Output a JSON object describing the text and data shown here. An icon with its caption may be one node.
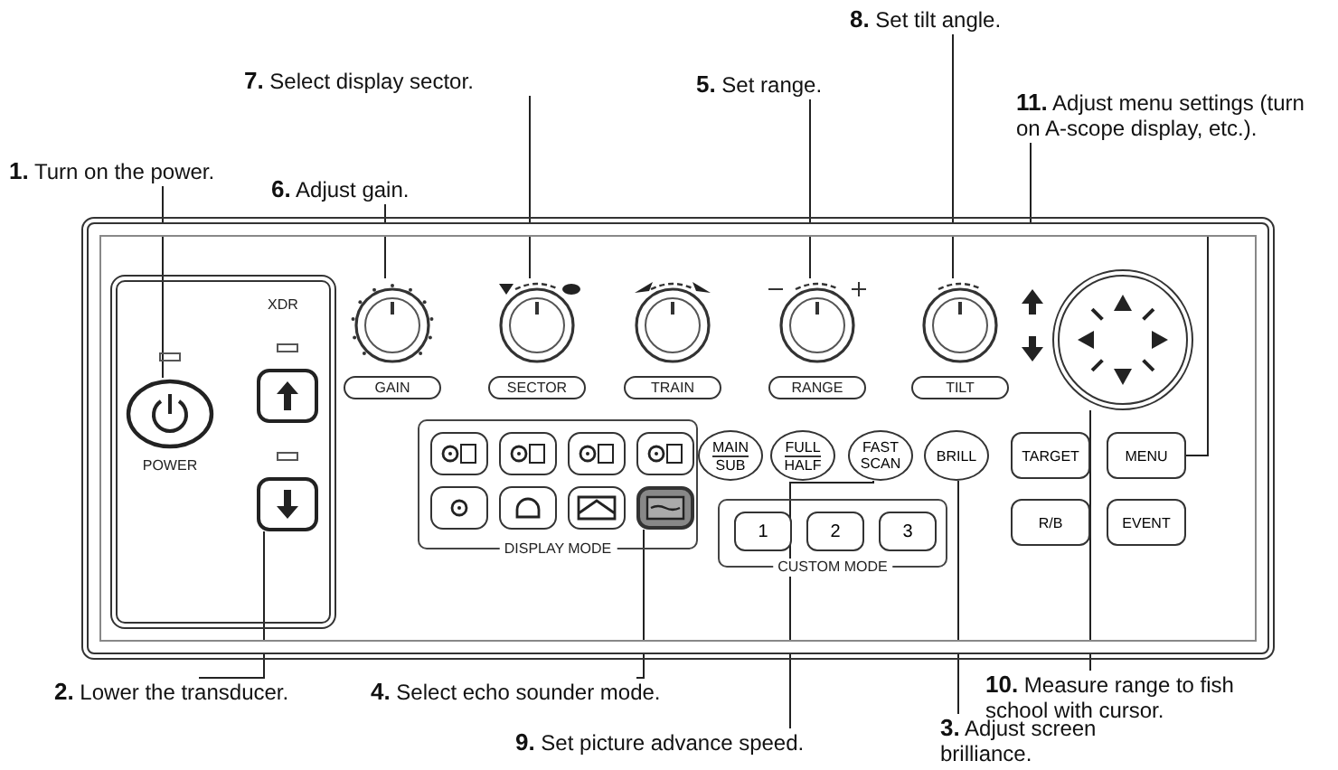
{
  "diagram": {
    "nodes": [
      {
        "text": [
          "**8.** Set tilt angle."
        ]
      },
      {
        "text": [
          "**7.** Select display sector."
        ]
      },
      {
        "text": [
          "**5.** Set range."
        ]
      },
      {
        "text": [
          "**11.** Adjust menu settings (turn on A-scope display, etc.)."
        ]
      },
      {
        "text": [
          "**1.** Turn on the power."
        ]
      },
      {
        "text": [
          "**6.** Adjust gain."
        ]
      },
      {
        "text": [],
        "shape": "box"
      },
      {
        "text": [
          "POWER"
        ],
        "in": 6
      },
      {
        "text": [],
        "shape": "box",
        "in": 6
      },
      {
        "text": [],
        "shape": "box",
        "in": 6
      },
      {
        "text": [
          "GAIN"
        ],
        "in": 6
      },
      {
        "text": [
          "SECTOR"
        ],
        "in": 6
      },
      {
        "text": [
          "TRAIN"
        ],
        "in": 6
      },
      {
        "text": [
          "RANGE"
        ],
        "in": 6
      },
      {
        "text": [
          "TILT"
        ],
        "in": 6
      },
      {
        "text": [],
        "shape": "circle",
        "in": 6
      },
      {
        "text": [
          "DISPLAY MODE"
        ],
        "in": 6
      },
      {
        "text": [],
        "shape": "box",
        "in": 16
      },
      {
        "text": [],
        "shape": "box",
        "in": 16
      },
      {
        "text": [],
        "shape": "box",
        "in": 16
      },
      {
        "text": [],
        "shape": "box",
        "in": 16
      },
      {
        "text": [],
        "shape": "box",
        "in": 16
      },
      {
        "text": [],
        "shape": "box",
        "in": 16
      },
      {
        "text": [],
        "shape": "box",
        "in": 16
      },
      {
        "text": [],
        "shape": "box",
        "in": 16
      },
      {
        "text": [
          "MAIN",
          "SUB"
        ],
        "in": 6
      },
      {
        "text": [
          "FULL",
          "HALF"
        ],
        "in": 6
      },
      {
        "text": [
          "FAST SCAN"
        ],
        "in": 6
      },
      {
        "text": [
          "BRILL"
        ],
        "in": 6
      },
      {
        "text": [
          "CUSTOM MODE"
        ],
        "in": 6
      },
      {
        "text": [
          "1"
        ],
        "in": 29
      },
      {
        "text": [
          "2"
        ],
        "in": 29
      },
      {
        "text": [
          "3"
        ],
        "in": 29
      },
      {
        "text": [
          "TARGET"
        ],
        "in": 6
      },
      {
        "text": [
          "MENU"
        ],
        "in": 6
      },
      {
        "text": [
          "R/B"
        ],
        "in": 6
      },
      {
        "text": [
          "EVENT"
        ],
        "in": 6
      },
      {
        "text": [
          "**2.** Lower the transducer."
        ]
      },
      {
        "text": [
          "**4.** Select echo sounder mode."
        ]
      },
      {
        "text": [
          "**10.** Measure range to fish school with cursor."
        ]
      },
      {
        "text": [
          "**9.** Set picture advance speed."
        ]
      },
      {
        "text": [
          "**3.** Adjust screen brilliance."
        ]
      }
    ],
    "edges": [
      {
        "from": 4,
        "to": 7,
        "arrow": "none"
      },
      {
        "from": 5,
        "to": 10,
        "arrow": "none"
      },
      {
        "from": 1,
        "to": 11,
        "arrow": "none"
      },
      {
        "from": 2,
        "to": 13,
        "arrow": "none"
      },
      {
        "from": 0,
        "to": 14,
        "arrow": "none"
      },
      {
        "from": 3,
        "to": 34,
        "arrow": "none"
      },
      {
        "from": 37,
        "to": 9,
        "arrow": "none"
      },
      {
        "from": 38,
        "to": 24,
        "arrow": "none"
      },
      {
        "from": 40,
        "to": 27,
        "arrow": "none"
      },
      {
        "from": 41,
        "to": 28,
        "arrow": "none"
      },
      {
        "from": 39,
        "to": 15,
        "arrow": "none"
      }
    ],
    "labels": [
      "XDR"
    ]
  }
}
